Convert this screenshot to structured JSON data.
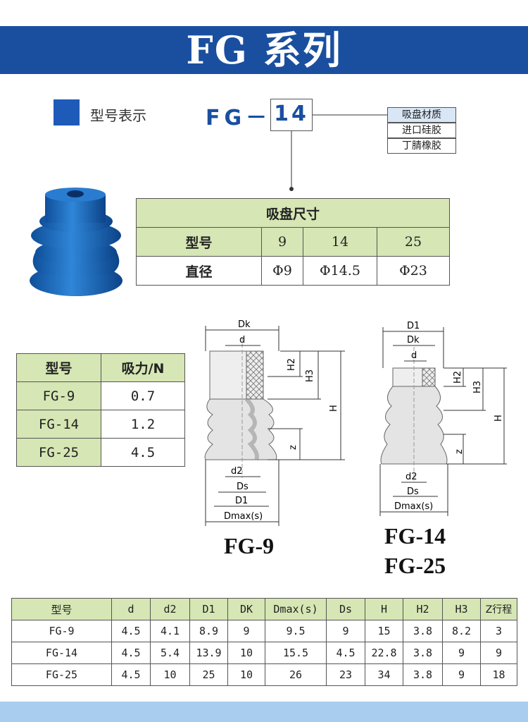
{
  "banner": {
    "title": "FG 系列"
  },
  "model_notation": {
    "label": "型号表示",
    "code_prefix": "FG－",
    "code_size": "14",
    "material_options": [
      "吸盘材质",
      "进口硅胶",
      "丁腈橡胶"
    ]
  },
  "size_table": {
    "title": "吸盘尺寸",
    "row_model_label": "型号",
    "row_diameter_label": "直径",
    "models": [
      "9",
      "14",
      "25"
    ],
    "diameters": [
      "Φ9",
      "Φ14.5",
      "Φ23"
    ]
  },
  "force_table": {
    "headers": [
      "型号",
      "吸力/N"
    ],
    "rows": [
      [
        "FG-9",
        "0.7"
      ],
      [
        "FG-14",
        "1.2"
      ],
      [
        "FG-25",
        "4.5"
      ]
    ]
  },
  "diagram_labels": {
    "left": {
      "Dk": "Dk",
      "d": "d",
      "H2": "H2",
      "H3": "H3",
      "H": "H",
      "z": "z",
      "d2": "d2",
      "Ds": "Ds",
      "D1": "D1",
      "Dmax": "Dmax(s)"
    },
    "right": {
      "D1": "D1",
      "Dk": "Dk",
      "d": "d",
      "H2": "H2",
      "H3": "H3",
      "H": "H",
      "z": "z",
      "d2": "d2",
      "Ds": "Ds",
      "Dmax": "Dmax(s)"
    }
  },
  "captions": {
    "left": "FG-9",
    "right_1": "FG-14",
    "right_2": "FG-25"
  },
  "spec_table": {
    "headers": [
      "型号",
      "d",
      "d2",
      "D1",
      "DK",
      "Dmax(s)",
      "Ds",
      "H",
      "H2",
      "H3",
      "Z行程"
    ],
    "rows": [
      [
        "FG-9",
        "4.5",
        "4.1",
        "8.9",
        "9",
        "9.5",
        "9",
        "15",
        "3.8",
        "8.2",
        "3"
      ],
      [
        "FG-14",
        "4.5",
        "5.4",
        "13.9",
        "10",
        "15.5",
        "4.5",
        "22.8",
        "3.8",
        "9",
        "9"
      ],
      [
        "FG-25",
        "4.5",
        "10",
        "25",
        "10",
        "26",
        "23",
        "34",
        "3.8",
        "9",
        "18"
      ]
    ]
  },
  "colors": {
    "brand_blue": "#1a4fa0",
    "header_green": "#d6e6b4",
    "product_blue": "#1e6fc4",
    "footer_blue": "#a9cdee"
  }
}
